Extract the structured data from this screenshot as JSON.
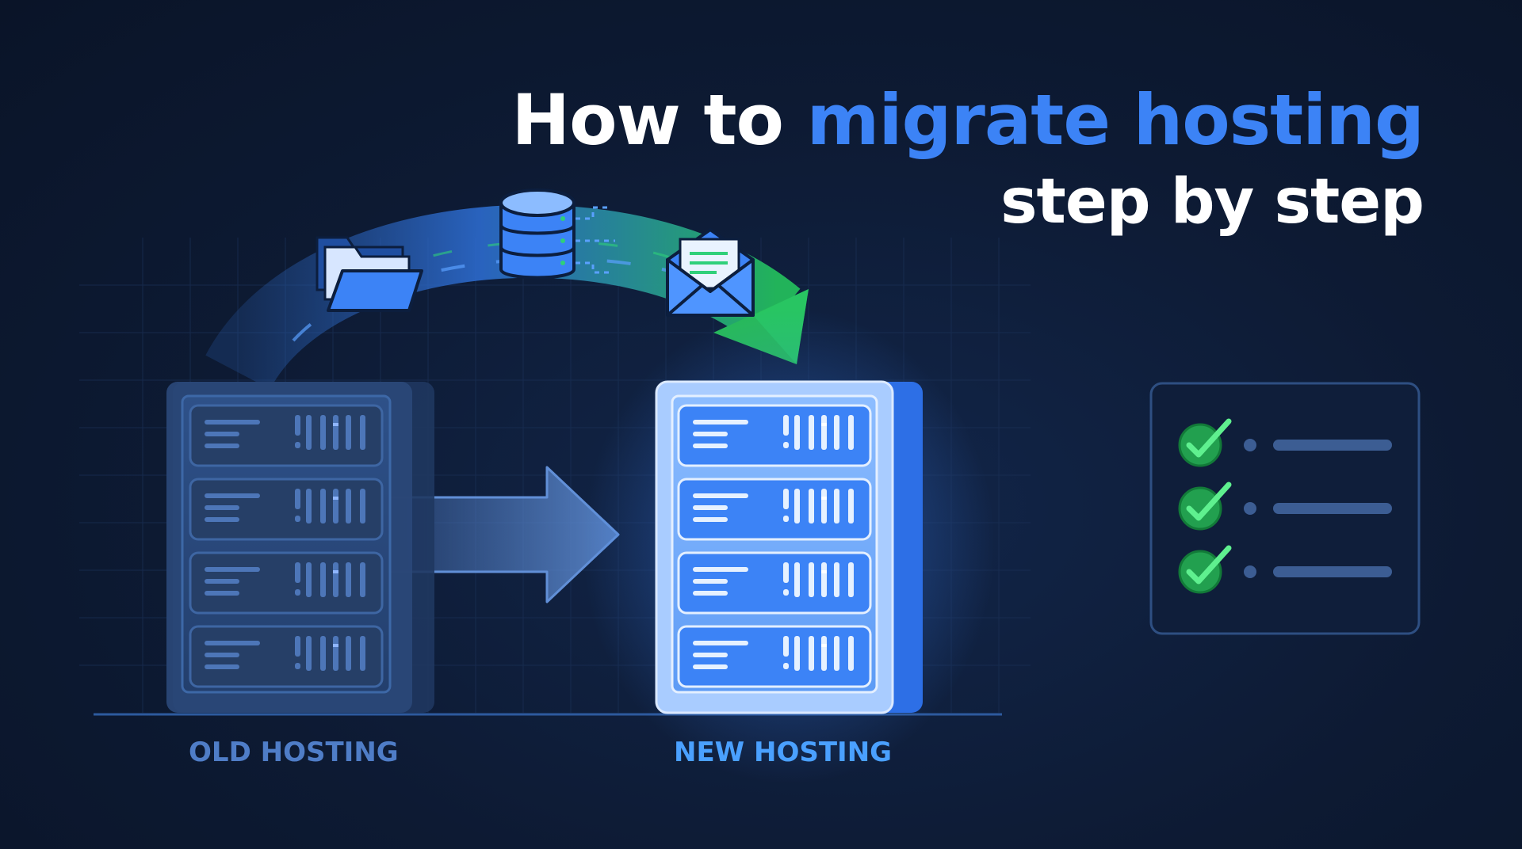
{
  "title": {
    "prefix": "How to ",
    "highlight": "migrate hosting",
    "line2": "step by step"
  },
  "old_server": {
    "label": "OLD HOSTING",
    "rack_units": 4
  },
  "new_server": {
    "label": "NEW HOSTING",
    "rack_units": 4
  },
  "migration_items": [
    {
      "icon": "folder-icon"
    },
    {
      "icon": "database-icon"
    },
    {
      "icon": "email-icon"
    }
  ],
  "checklist": {
    "items": [
      {
        "checked": true
      },
      {
        "checked": true
      },
      {
        "checked": true
      }
    ]
  },
  "colors": {
    "background": "#0d1a33",
    "accent_blue": "#3c83f6",
    "accent_green": "#22c55e",
    "old_server": "#2c4f86",
    "new_server": "#4f95ff",
    "title_text": "#ffffff"
  }
}
